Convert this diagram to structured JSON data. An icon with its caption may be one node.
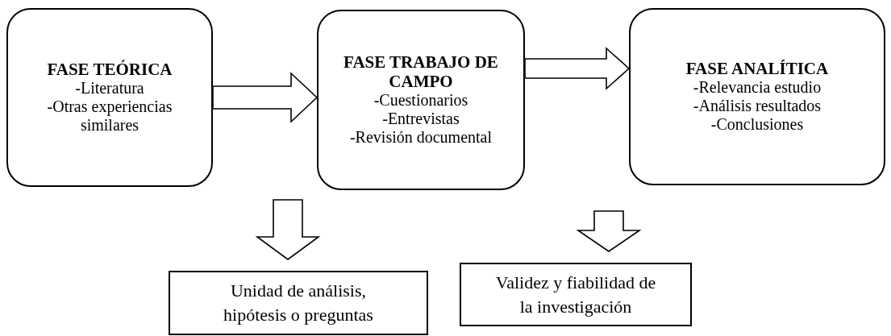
{
  "diagram": {
    "nodes": [
      {
        "text": [
          "FASE TEÓRICA",
          "-Literatura",
          "-Otras experiencias similares"
        ]
      },
      {
        "text": [
          "FASE TRABAJO DE CAMPO",
          "-Cuestionarios",
          "-Entrevistas",
          "-Revisión documental"
        ]
      },
      {
        "text": [
          "FASE ANALÍTICA",
          "-Relevancia estudio",
          "-Análisis resultados",
          "-Conclusiones"
        ]
      },
      {
        "text": [
          "Unidad de análisis, hipótesis o preguntas"
        ]
      },
      {
        "text": [
          "Validez y fiabilidad de la investigación"
        ]
      }
    ],
    "edges": [
      {
        "from": 0,
        "to": 1,
        "arrow": "to"
      },
      {
        "from": 1,
        "to": 2,
        "arrow": "to"
      },
      {
        "from": 0,
        "to": 3,
        "arrow": "to"
      },
      {
        "from": 1,
        "to": 4,
        "arrow": "to"
      }
    ]
  }
}
